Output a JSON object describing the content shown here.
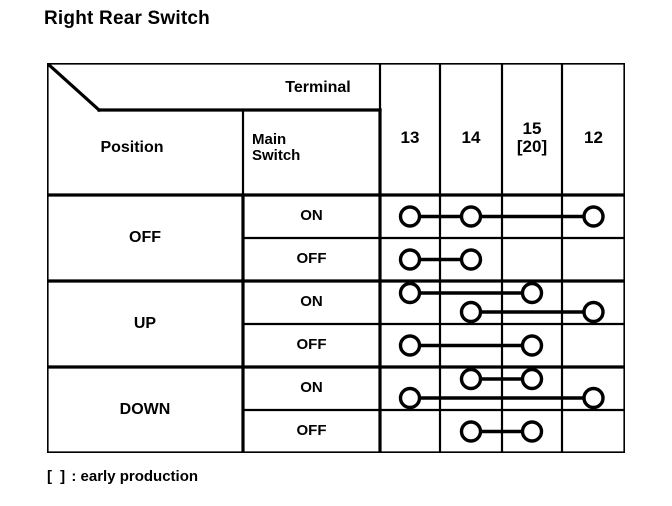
{
  "page": {
    "title": "Right Rear Switch",
    "footnote_brackets": "[ ]",
    "footnote_text": ": early production"
  },
  "table": {
    "header": {
      "terminal_label": "Terminal",
      "position_label": "Position",
      "main_switch_label": "Main\nSwitch"
    },
    "terminal_columns": [
      {
        "id": "t13",
        "label": "13"
      },
      {
        "id": "t14",
        "label": "14"
      },
      {
        "id": "t15",
        "label": "15\n[20]"
      },
      {
        "id": "t12",
        "label": "12"
      }
    ],
    "positions": [
      {
        "label": "OFF",
        "switch_states": [
          "ON",
          "OFF"
        ]
      },
      {
        "label": "UP",
        "switch_states": [
          "ON",
          "OFF"
        ]
      },
      {
        "label": "DOWN",
        "switch_states": [
          "ON",
          "OFF"
        ]
      }
    ],
    "rows": [
      {
        "position": "OFF",
        "main_switch": "ON",
        "continuity_groups": [
          {
            "terminals": [
              "13",
              "14",
              "12"
            ],
            "track": 0
          }
        ]
      },
      {
        "position": "OFF",
        "main_switch": "OFF",
        "continuity_groups": [
          {
            "terminals": [
              "13",
              "14"
            ],
            "track": 0
          }
        ]
      },
      {
        "position": "UP",
        "main_switch": "ON",
        "continuity_groups": [
          {
            "terminals": [
              "13",
              "15"
            ],
            "track": -1
          },
          {
            "terminals": [
              "14",
              "12"
            ],
            "track": 1
          }
        ]
      },
      {
        "position": "UP",
        "main_switch": "OFF",
        "continuity_groups": [
          {
            "terminals": [
              "13",
              "15"
            ],
            "track": 0
          }
        ]
      },
      {
        "position": "DOWN",
        "main_switch": "ON",
        "continuity_groups": [
          {
            "terminals": [
              "14",
              "15"
            ],
            "track": -1
          },
          {
            "terminals": [
              "13",
              "12"
            ],
            "track": 1
          }
        ]
      },
      {
        "position": "DOWN",
        "main_switch": "OFF",
        "continuity_groups": [
          {
            "terminals": [
              "14",
              "15"
            ],
            "track": 0
          }
        ]
      }
    ]
  },
  "colors": {
    "ink": "#000000",
    "paper": "#ffffff"
  }
}
